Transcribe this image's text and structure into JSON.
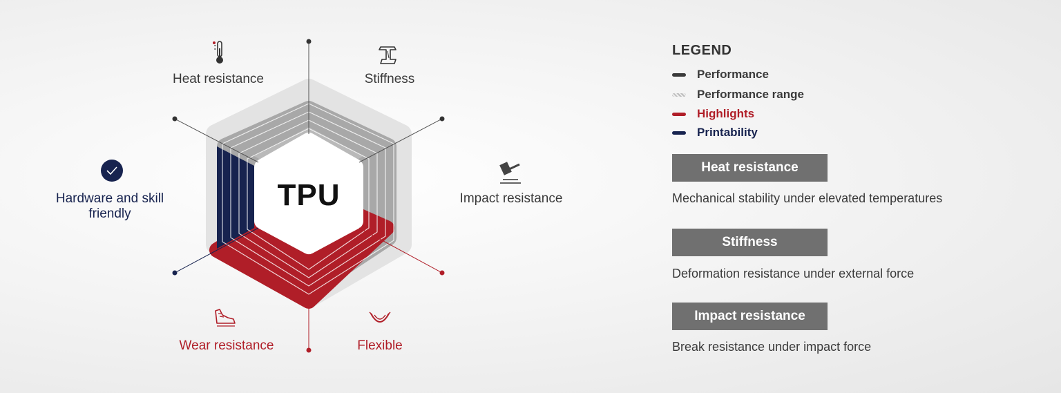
{
  "diagram": {
    "center_label": "TPU",
    "axes": [
      {
        "label": "Stiffness",
        "color": "#3a3a3a",
        "icon": "i-beam-icon"
      },
      {
        "label": "Impact resistance",
        "color": "#3a3a3a",
        "icon": "hammer-icon"
      },
      {
        "label": "Flexible",
        "color": "#b01e28",
        "icon": "mouthguard-icon"
      },
      {
        "label": "Wear resistance",
        "color": "#b01e28",
        "icon": "shoe-icon"
      },
      {
        "label": "Hardware and skill friendly",
        "color": "#17234f",
        "icon": "check-circle-icon"
      },
      {
        "label": "Heat resistance",
        "color": "#3a3a3a",
        "icon": "thermometer-icon"
      }
    ],
    "colors": {
      "performance": "#a9a9a9",
      "performance_range": "#dcdcdc",
      "highlights": "#b01e28",
      "printability": "#17234f"
    }
  },
  "legend": {
    "title": "LEGEND",
    "items": [
      {
        "label": "Performance",
        "color": "#3a3a3a"
      },
      {
        "label": "Performance range",
        "color": "#bdbdbd"
      },
      {
        "label": "Highlights",
        "color": "#b01e28"
      },
      {
        "label": "Printability",
        "color": "#17234f"
      }
    ]
  },
  "definitions": [
    {
      "term": "Heat resistance",
      "description": "Mechanical stability under elevated temperatures"
    },
    {
      "term": "Stiffness",
      "description": "Deformation resistance under external force"
    },
    {
      "term": "Impact resistance",
      "description": "Break resistance under impact force"
    }
  ]
}
